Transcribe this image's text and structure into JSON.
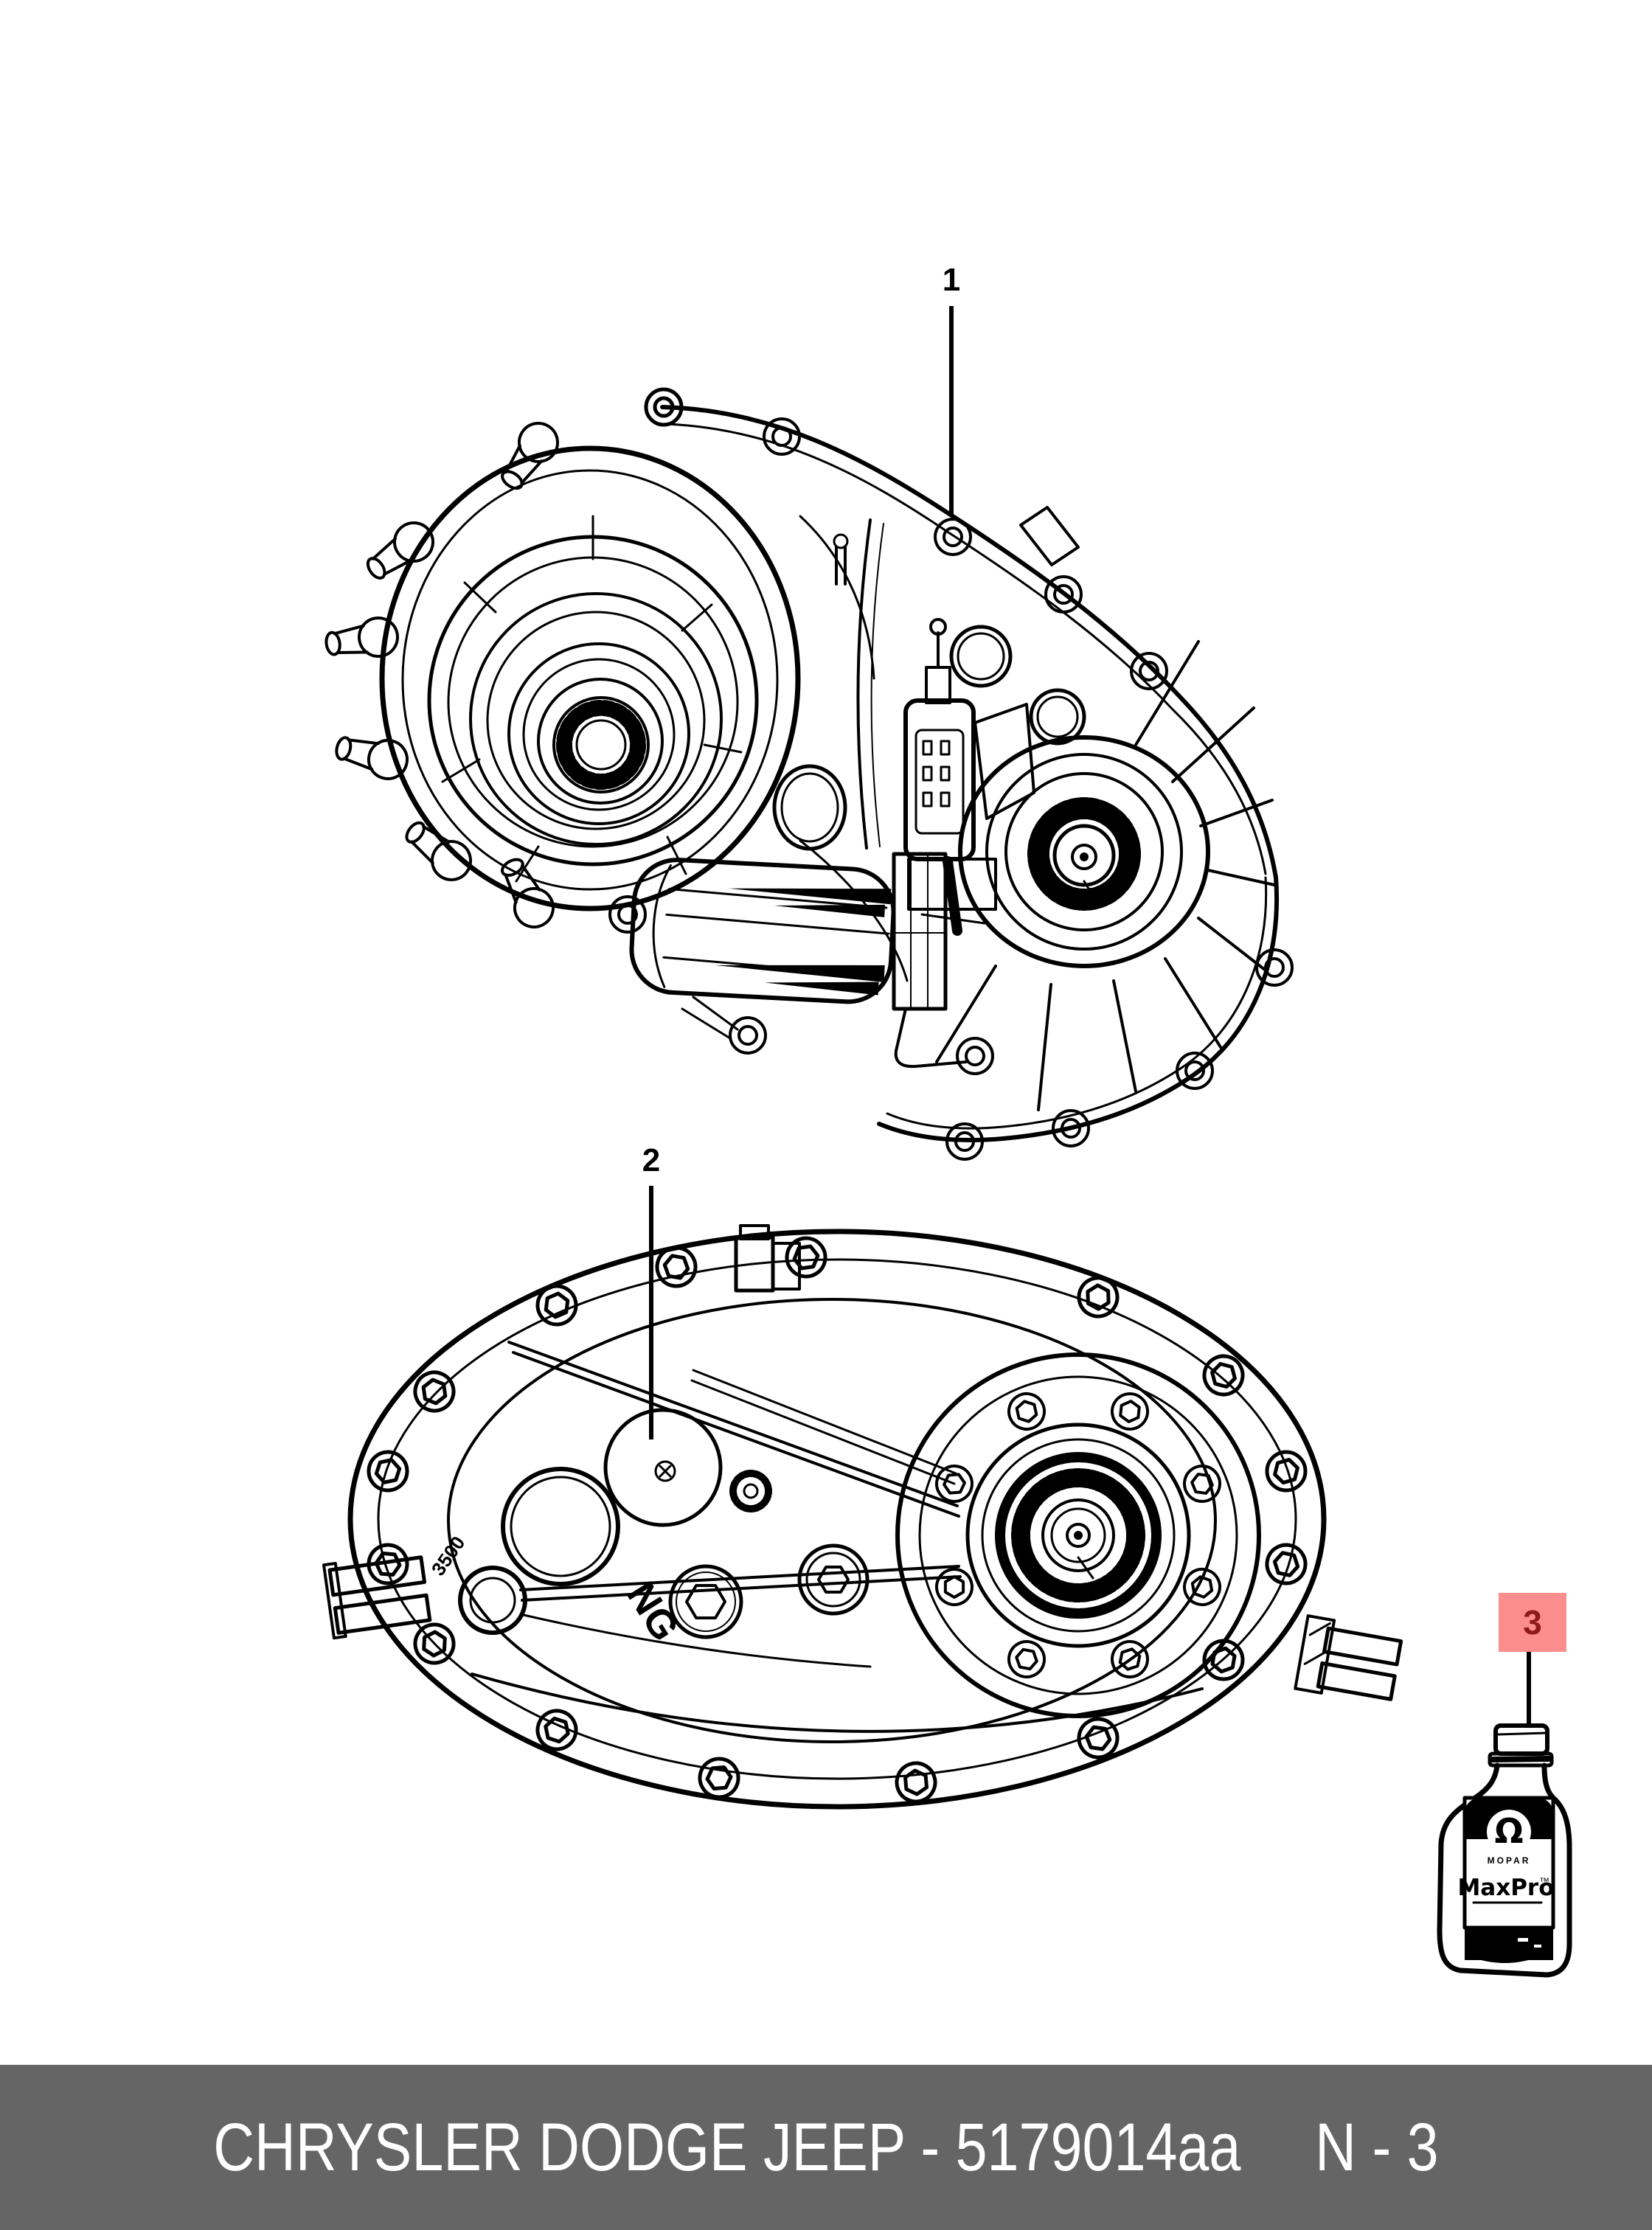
{
  "diagram": {
    "callouts": [
      {
        "id": "1",
        "target": "transfer-case-assembly"
      },
      {
        "id": "2",
        "target": "transfer-case-housing"
      },
      {
        "id": "3",
        "target": "transfer-case-fluid-bottle",
        "highlighted": true
      }
    ],
    "highlight": {
      "bg": "#FC8D8D",
      "fg": "#8E1A1A"
    },
    "line_color": "#000000"
  },
  "casting_marks": {
    "ng": "NG",
    "num": "3500"
  },
  "bottle": {
    "logo": "Ω",
    "brand": "MOPAR",
    "product": "MaxPro",
    "trademark": "™"
  },
  "footer": {
    "catalog": "CHRYSLER DODGE JEEP - 5179014aa",
    "page": "N - 3",
    "bg": "#656565",
    "fg": "#FFFFFF"
  }
}
